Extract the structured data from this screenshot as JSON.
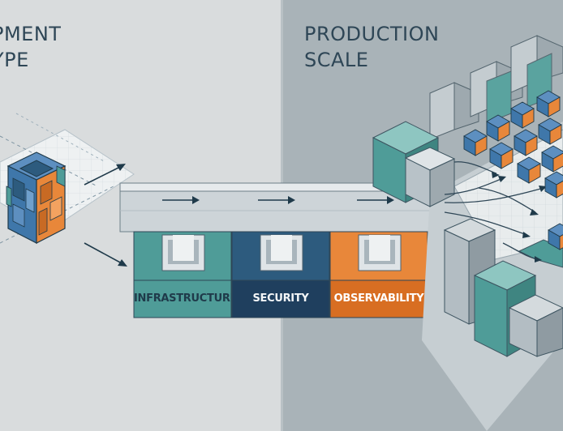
{
  "panels": {
    "left": {
      "heading_line1": "PMENT",
      "heading_line2": "YPE"
    },
    "right": {
      "heading_line1": "PRODUCTION",
      "heading_line2": "SCALE"
    }
  },
  "bridge_labels": {
    "infrastructure": "INFRASTRUCTURE",
    "security": "SECURITY",
    "observability": "OBSERVABILITY"
  },
  "colors": {
    "background_left": "#d9dcdd",
    "background_right": "#a9b3b8",
    "teal": "#4f9c98",
    "navy": "#2d5b7e",
    "orange": "#e8873a",
    "ink": "#2e4656"
  }
}
